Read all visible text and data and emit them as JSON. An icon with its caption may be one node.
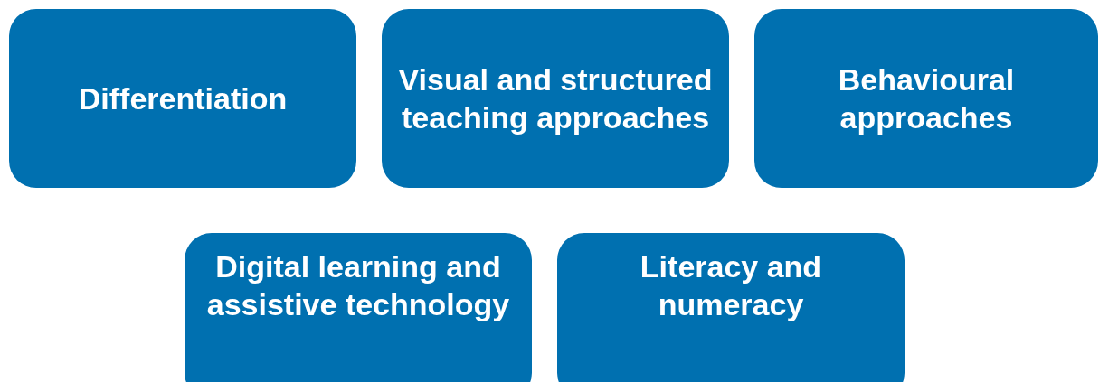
{
  "diagram": {
    "nodes": [
      {
        "text": [
          "Differentiation"
        ]
      },
      {
        "text": [
          "Visual and structured teaching approaches"
        ]
      },
      {
        "text": [
          "Behavioural approaches"
        ]
      },
      {
        "text": [
          "Digital learning and assistive technology"
        ]
      },
      {
        "text": [
          "Literacy and numeracy"
        ]
      }
    ]
  }
}
